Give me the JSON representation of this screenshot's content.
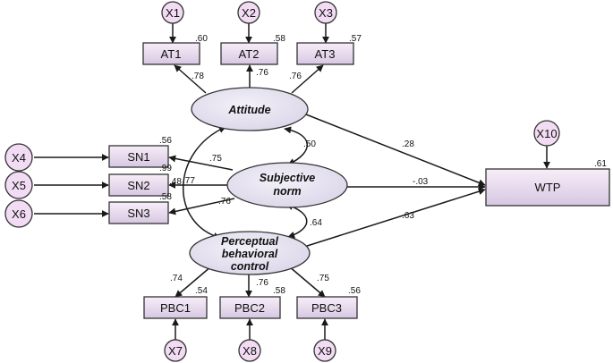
{
  "indicators": {
    "at1": "AT1",
    "at2": "AT2",
    "at3": "AT3",
    "sn1": "SN1",
    "sn2": "SN2",
    "sn3": "SN3",
    "pbc1": "PBC1",
    "pbc2": "PBC2",
    "pbc3": "PBC3",
    "wtp": "WTP"
  },
  "errors": {
    "x1": "X1",
    "x2": "X2",
    "x3": "X3",
    "x4": "X4",
    "x5": "X5",
    "x6": "X6",
    "x7": "X7",
    "x8": "X8",
    "x9": "X9",
    "x10": "X10"
  },
  "latents": {
    "attitude": "Attitude",
    "subjective_norm": [
      "Subjective",
      "norm"
    ],
    "pbc": [
      "Perceptual",
      "behavioral",
      "control"
    ]
  },
  "r_squared": {
    "at1": ".60",
    "at2": ".58",
    "at3": ".57",
    "sn1": ".56",
    "sn2": ".48",
    "sn3": ".58",
    "pbc1": ".54",
    "pbc2": ".58",
    "pbc3": ".56",
    "wtp": ".61"
  },
  "loadings": {
    "at1": ".78",
    "at2": ".76",
    "at3": ".76",
    "sn1": ".75",
    "sn2": ".99",
    "sn3": ".76",
    "pbc1": ".74",
    "pbc2": ".76",
    "pbc3": ".75"
  },
  "correlations": {
    "att_sn": ".50",
    "sn_pbc": ".64",
    "att_pbc": ".77"
  },
  "paths": {
    "att_wtp": ".28",
    "sn_wtp": "-.03",
    "pbc_wtp": ".63"
  },
  "colors": {
    "box_fill_top": "#f7eef8",
    "box_fill_bottom": "#d7c7e2",
    "latent_fill": "#e6e2f0",
    "error_fill": "#f2dcf4",
    "line": "#1a1a1a"
  }
}
